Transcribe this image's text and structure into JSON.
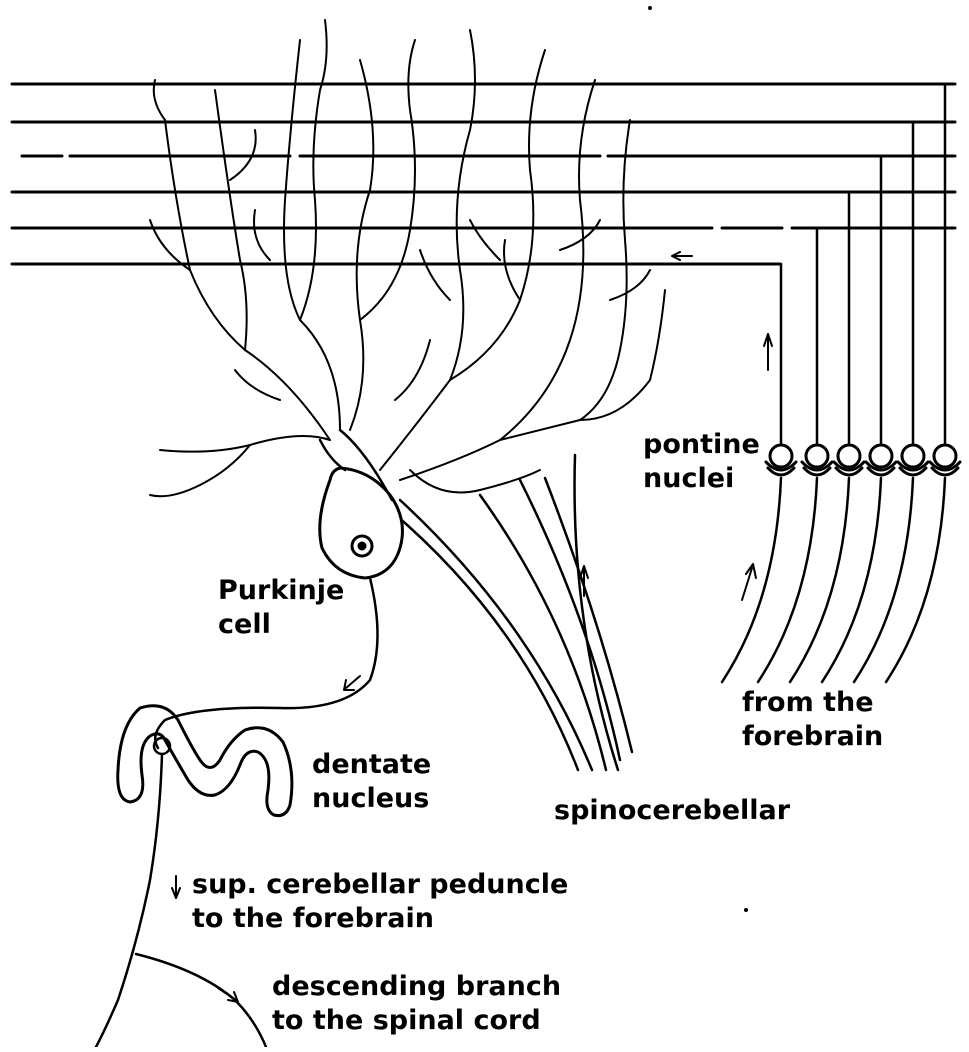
{
  "labels": {
    "pontine_nuclei_1": "pontine",
    "pontine_nuclei_2": "nuclei",
    "purkinje_1": "Purkinje",
    "purkinje_2": "cell",
    "forebrain_1": "from the",
    "forebrain_2": "forebrain",
    "dentate_1": "dentate",
    "dentate_2": "nucleus",
    "spinocerebellar": "spinocerebellar",
    "peduncle_1": "sup. cerebellar peduncle",
    "peduncle_2": "to the forebrain",
    "descending_1": "descending branch",
    "descending_2": "to the spinal cord"
  }
}
